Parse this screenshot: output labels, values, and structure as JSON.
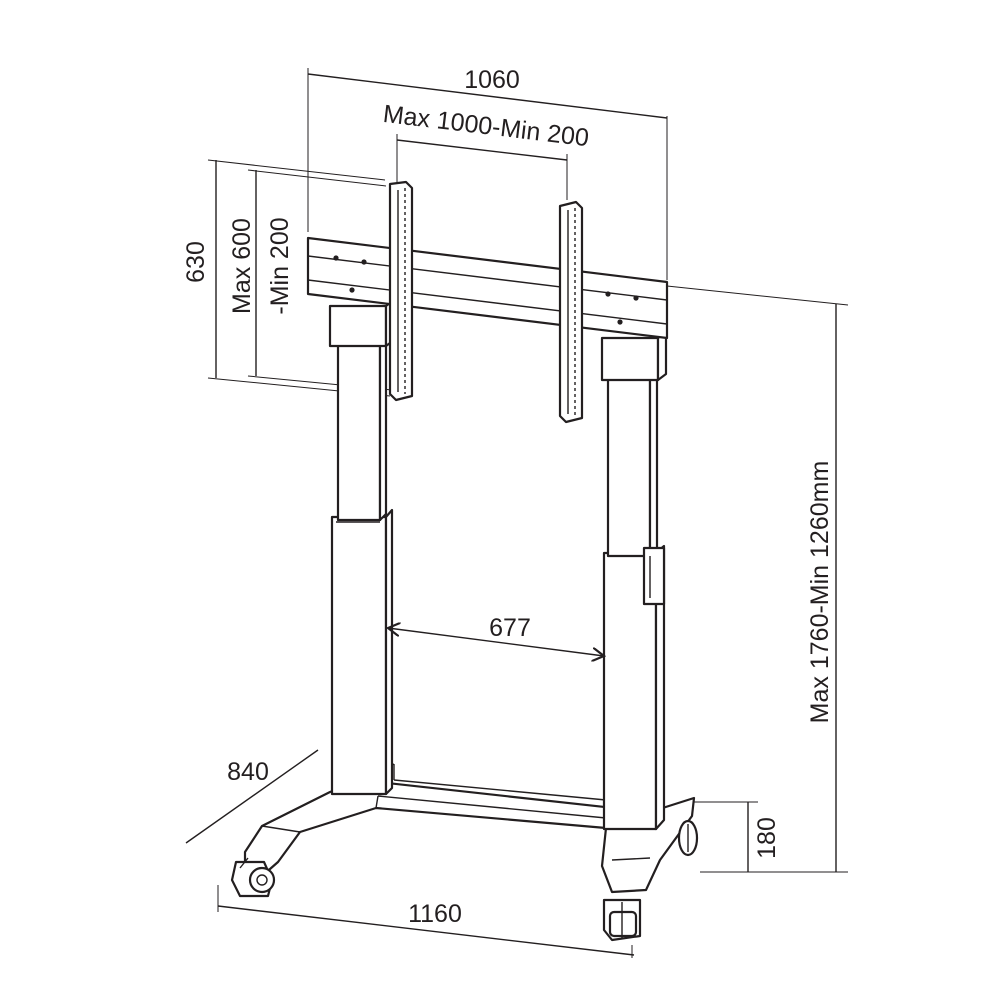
{
  "dimensions": {
    "frame_width": "1060",
    "vesa_width": "Max 1000-Min 200",
    "bracket_height": "630",
    "vesa_height_max": "Max 600",
    "vesa_height_min": "-Min 200",
    "inner_width": "677",
    "total_height": "Max 1760-Min 1260mm",
    "base_depth": "840",
    "base_height": "180",
    "base_width": "1160"
  },
  "colors": {
    "line": "#231f20",
    "background": "#ffffff"
  }
}
